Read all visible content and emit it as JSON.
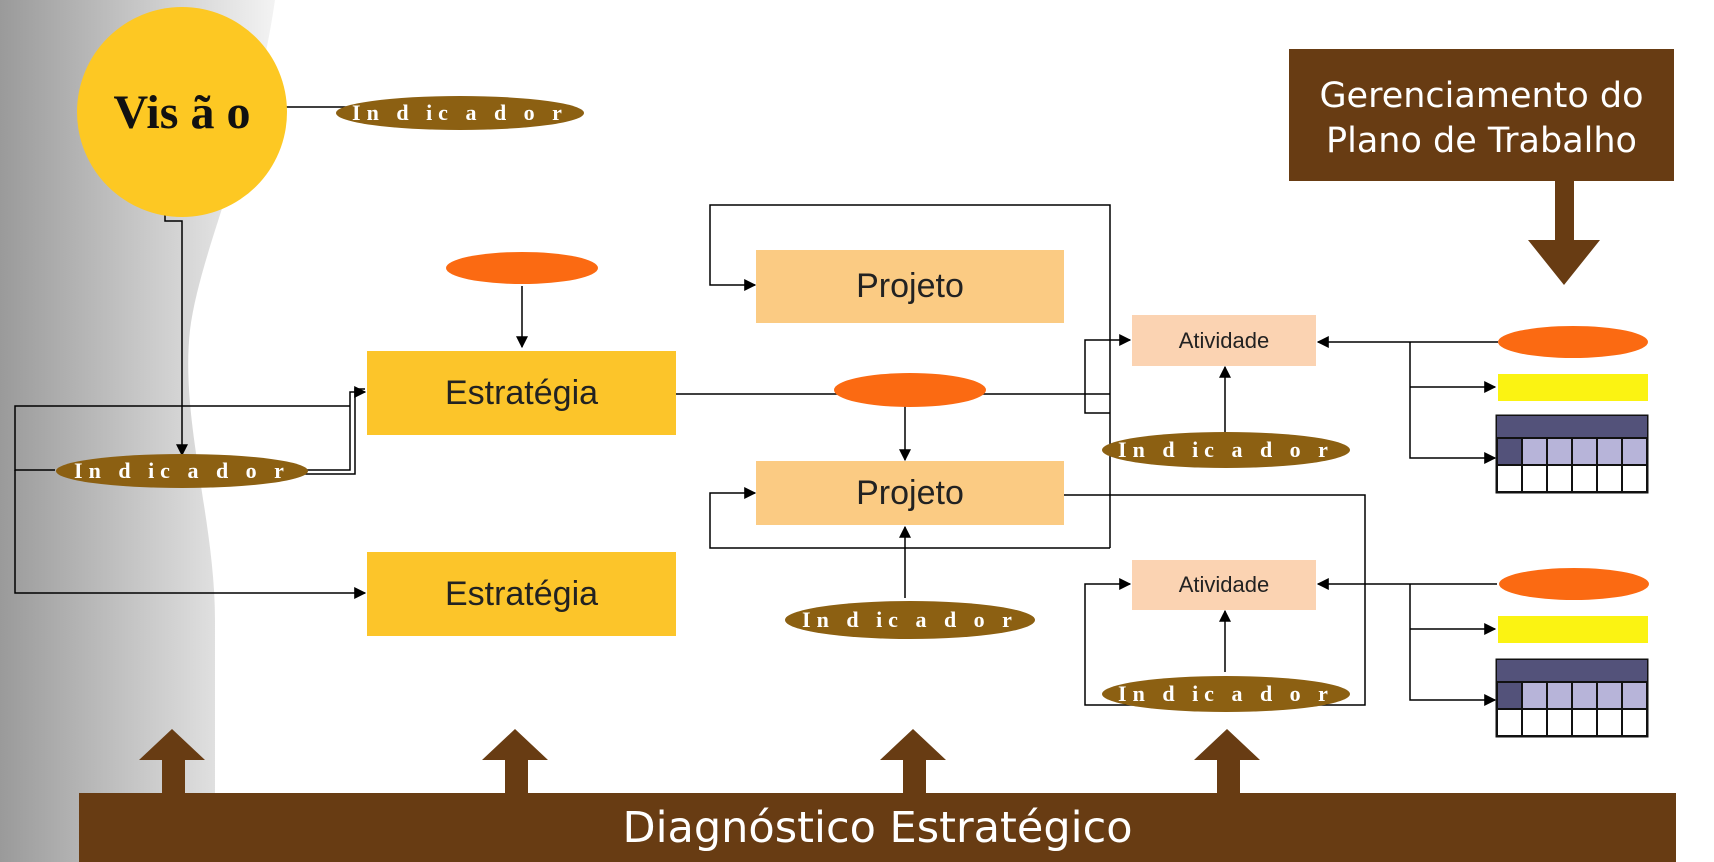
{
  "diagram": {
    "vision_label": "Vis ã o",
    "management_box": {
      "line1": "Gerenciamento do",
      "line2": "Plano de Trabalho"
    },
    "diagnostic_bar": "Diagnóstico Estratégico",
    "strategies": [
      "Estratégia",
      "Estratégia"
    ],
    "projects": [
      "Projeto",
      "Projeto"
    ],
    "activities": [
      "Atividade",
      "Atividade"
    ],
    "indicator_label": "In d ic a d o r",
    "colors": {
      "vision": "#FDC823",
      "strategy": "#FCC52A",
      "project": "#FBCB83",
      "activity": "#FBD3B2",
      "indicator": "#8C6012",
      "resource_oval": "#FB6A12",
      "yellow_bar": "#FBF312",
      "table_dark": "#53527A",
      "table_light": "#B7B4D9",
      "brown": "#683C13"
    }
  }
}
